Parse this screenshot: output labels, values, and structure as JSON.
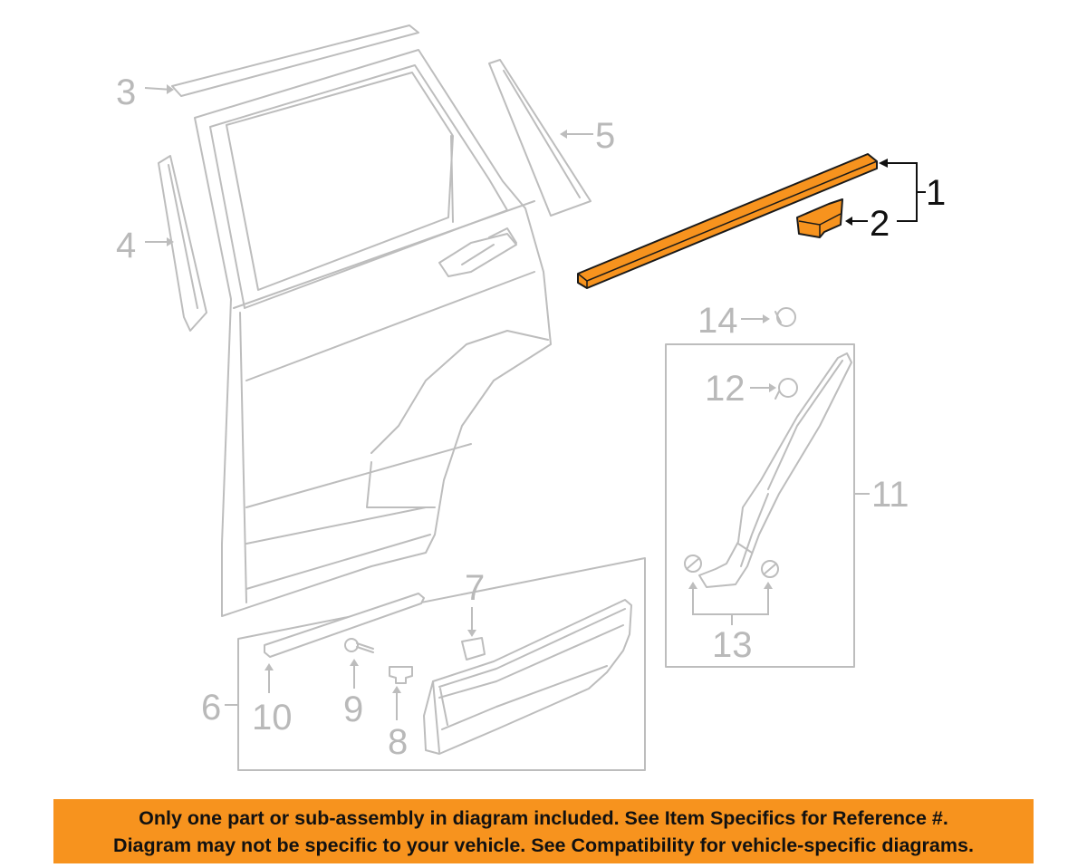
{
  "diagram": {
    "callouts": {
      "c1": "1",
      "c2": "2",
      "c3": "3",
      "c4": "4",
      "c5": "5",
      "c6": "6",
      "c7": "7",
      "c8": "8",
      "c9": "9",
      "c10": "10",
      "c11": "11",
      "c12": "12",
      "c13": "13",
      "c14": "14"
    },
    "highlight_color": "#f7931e",
    "ghost_color": "#bdbdbd"
  },
  "banner": {
    "line1": "Only one part or sub-assembly in diagram included. See Item Specifics for Reference #.",
    "line2": "Diagram may not be specific to your vehicle. See Compatibility for vehicle-specific diagrams.",
    "background": "#f7931e"
  }
}
